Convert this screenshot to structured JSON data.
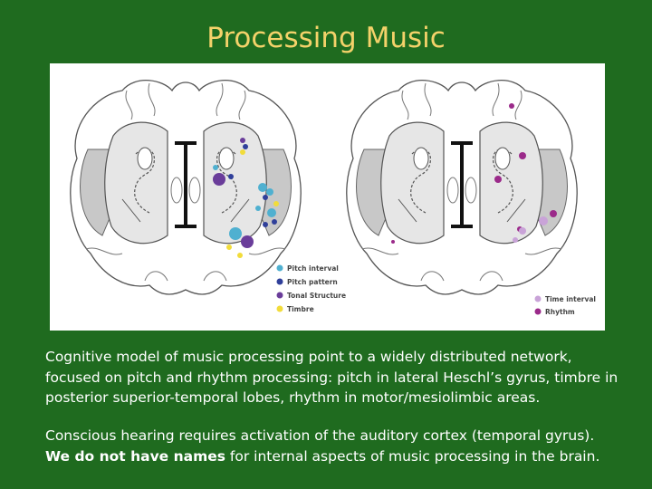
{
  "slide": {
    "title": "Processing Music"
  },
  "figure": {
    "left_legend": [
      {
        "label": "Pitch interval",
        "color": "#4fb0d0"
      },
      {
        "label": "Pitch pattern",
        "color": "#2f3f9a"
      },
      {
        "label": "Tonal Structure",
        "color": "#6a3d9a"
      },
      {
        "label": "Timbre",
        "color": "#f2dc3a"
      }
    ],
    "right_legend": [
      {
        "label": "Time interval",
        "color": "#c9a3d8"
      },
      {
        "label": "Rhythm",
        "color": "#9b2a8a"
      }
    ]
  },
  "text": {
    "p1": "Cognitive model of music processing point to a widely distributed network, focused on pitch and rhythm processing: pitch in lateral Heschl’s gyrus, timbre in posterior superior-temporal lobes, rhythm in motor/mesiolimbic areas.",
    "p2_pre": "Conscious hearing requires activation of the auditory cortex (temporal gyrus).",
    "p2_bold": "We do not have names",
    "p2_post": " for internal aspects of music processing in the brain."
  }
}
